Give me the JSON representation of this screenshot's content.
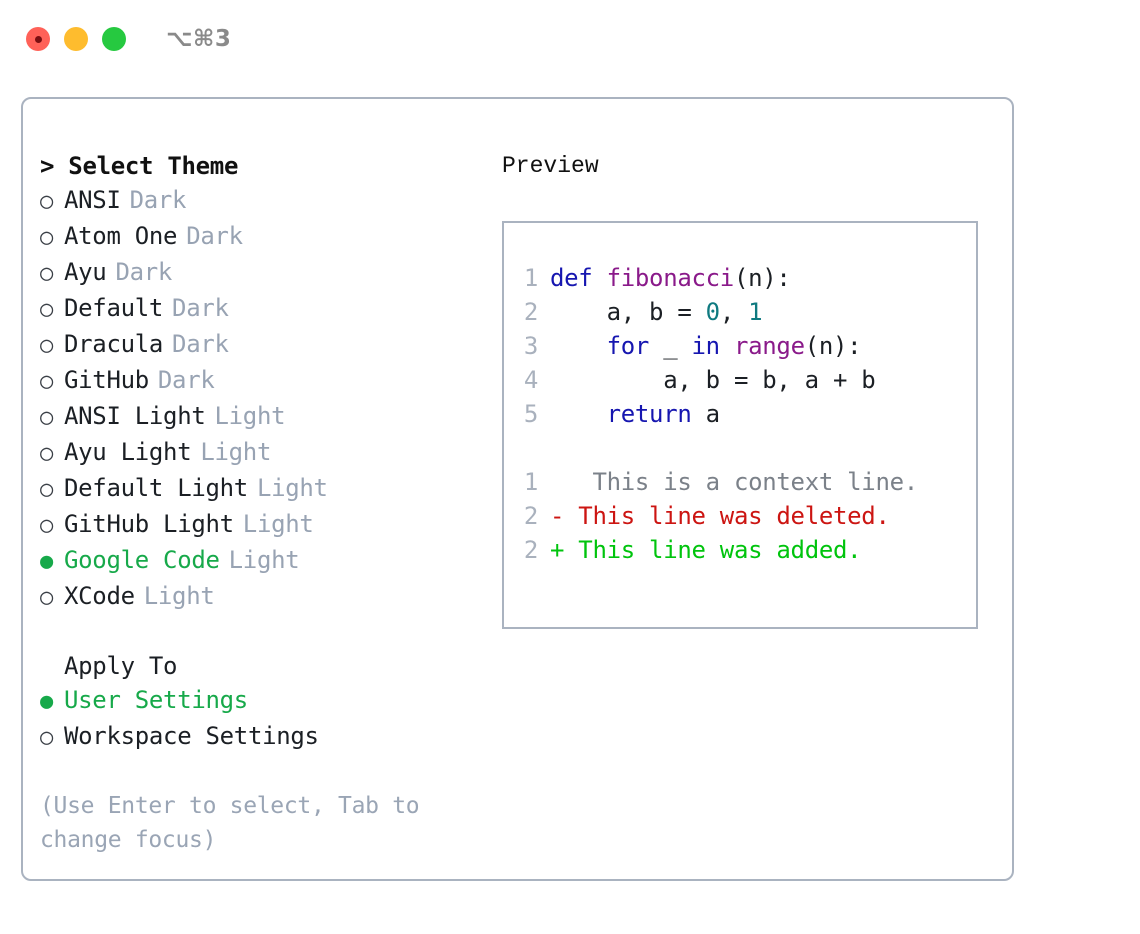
{
  "titlebar": {
    "shortcut": "⌥⌘3",
    "lights": [
      "close",
      "minimize",
      "maximize"
    ]
  },
  "theme_panel": {
    "header": "> Select Theme",
    "items": [
      {
        "bullet": "○",
        "name": "ANSI",
        "kind": "Dark",
        "selected": false
      },
      {
        "bullet": "○",
        "name": "Atom One",
        "kind": "Dark",
        "selected": false
      },
      {
        "bullet": "○",
        "name": "Ayu",
        "kind": "Dark",
        "selected": false
      },
      {
        "bullet": "○",
        "name": "Default",
        "kind": "Dark",
        "selected": false
      },
      {
        "bullet": "○",
        "name": "Dracula",
        "kind": "Dark",
        "selected": false
      },
      {
        "bullet": "○",
        "name": "GitHub",
        "kind": "Dark",
        "selected": false
      },
      {
        "bullet": "○",
        "name": "ANSI Light",
        "kind": "Light",
        "selected": false
      },
      {
        "bullet": "○",
        "name": "Ayu Light",
        "kind": "Light",
        "selected": false
      },
      {
        "bullet": "○",
        "name": "Default Light",
        "kind": "Light",
        "selected": false
      },
      {
        "bullet": "○",
        "name": "GitHub Light",
        "kind": "Light",
        "selected": false
      },
      {
        "bullet": "●",
        "name": "Google Code",
        "kind": "Light",
        "selected": true
      },
      {
        "bullet": "○",
        "name": "XCode",
        "kind": "Light",
        "selected": false
      }
    ]
  },
  "apply_panel": {
    "header": "Apply To",
    "items": [
      {
        "bullet": "●",
        "name": "User Settings",
        "selected": true
      },
      {
        "bullet": "○",
        "name": "Workspace Settings",
        "selected": false
      }
    ]
  },
  "hint": "(Use Enter to select, Tab to change focus)",
  "preview": {
    "title": "Preview",
    "code_lines": [
      {
        "number": "1",
        "tokens": [
          {
            "text": "def ",
            "type": "kw"
          },
          {
            "text": "fibonacci",
            "type": "fn"
          },
          {
            "text": "(n):",
            "type": "plain"
          }
        ]
      },
      {
        "number": "2",
        "tokens": [
          {
            "text": "    a, b = ",
            "type": "plain"
          },
          {
            "text": "0",
            "type": "num"
          },
          {
            "text": ", ",
            "type": "plain"
          },
          {
            "text": "1",
            "type": "num"
          }
        ]
      },
      {
        "number": "3",
        "tokens": [
          {
            "text": "    ",
            "type": "plain"
          },
          {
            "text": "for",
            "type": "kw"
          },
          {
            "text": " _ ",
            "type": "plain"
          },
          {
            "text": "in",
            "type": "kw"
          },
          {
            "text": " ",
            "type": "plain"
          },
          {
            "text": "range",
            "type": "fn"
          },
          {
            "text": "(n):",
            "type": "plain"
          }
        ]
      },
      {
        "number": "4",
        "tokens": [
          {
            "text": "        a, b = b, a + b",
            "type": "plain"
          }
        ]
      },
      {
        "number": "5",
        "tokens": [
          {
            "text": "    ",
            "type": "plain"
          },
          {
            "text": "return",
            "type": "kw"
          },
          {
            "text": " a",
            "type": "plain"
          }
        ]
      }
    ],
    "diff_lines": [
      {
        "number": "1",
        "marker": " ",
        "text": "  This is a context line.",
        "type": "context"
      },
      {
        "number": "2",
        "marker": "-",
        "text": " This line was deleted.",
        "type": "deleted"
      },
      {
        "number": "2",
        "marker": "+",
        "text": " This line was added.",
        "type": "added"
      }
    ]
  },
  "colors": {
    "selection_green": "#17a94a",
    "kind_badge": "#98a3b3",
    "hint_text": "#9aa5b5",
    "border": "#aab3c0",
    "lineno": "#a9b1bd",
    "keyword": "#1616b0",
    "function": "#8a1a8a",
    "number": "#0f7a80",
    "diff_context": "#7b8189",
    "diff_deleted": "#cc1512",
    "diff_added": "#00c40d",
    "light_close": "#ff6158",
    "light_minimize": "#febc2e",
    "light_maximize": "#26c940"
  }
}
